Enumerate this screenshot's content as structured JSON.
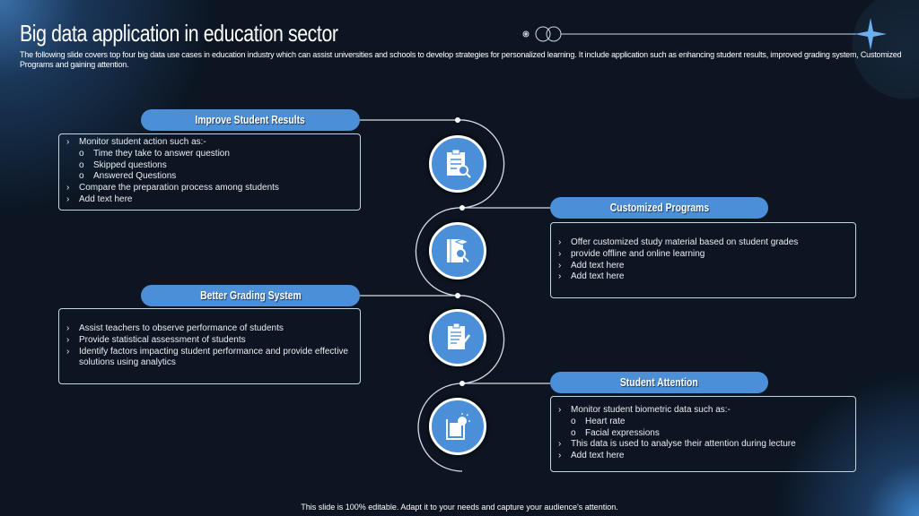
{
  "title": "Big data application in education sector",
  "subtitle": "The following slide covers top four big data use cases in education industry which can assist universities and schools to develop strategies for personalized learning. It include application such as enhancing student results, improved grading system, Customized Programs and gaining attention.",
  "sections": [
    {
      "label": "Improve Student Results",
      "items": [
        {
          "t": "b",
          "text": "Monitor student action such as:-"
        },
        {
          "t": "s",
          "text": "Time they take to answer question"
        },
        {
          "t": "s",
          "text": "Skipped questions"
        },
        {
          "t": "s",
          "text": "Answered Questions"
        },
        {
          "t": "b",
          "text": "Compare the preparation process among students"
        },
        {
          "t": "b",
          "text": "Add text here"
        }
      ],
      "icon": "clipboard-check-icon"
    },
    {
      "label": "Customized Programs",
      "items": [
        {
          "t": "b",
          "text": "Offer customized study material based on student grades"
        },
        {
          "t": "b",
          "text": "provide offline and online learning"
        },
        {
          "t": "b",
          "text": "Add text here"
        },
        {
          "t": "b",
          "text": "Add text here"
        }
      ],
      "icon": "book-search-icon"
    },
    {
      "label": "Better Grading System",
      "items": [
        {
          "t": "b",
          "text": "Assist teachers to observe performance of students"
        },
        {
          "t": "b",
          "text": "Provide statistical assessment of students"
        },
        {
          "t": "b",
          "text": "Identify factors impacting student performance and provide effective solutions using analytics"
        }
      ],
      "icon": "clipboard-pen-icon"
    },
    {
      "label": "Student Attention",
      "items": [
        {
          "t": "b",
          "text": "Monitor student biometric data such as:-"
        },
        {
          "t": "s",
          "text": "Heart rate"
        },
        {
          "t": "s",
          "text": "Facial expressions"
        },
        {
          "t": "b",
          "text": "This data is used to analyse their attention during lecture"
        },
        {
          "t": "b",
          "text": "Add text here"
        }
      ],
      "icon": "book-idea-icon"
    }
  ],
  "footer": "This slide is 100% editable. Adapt it to your needs and capture your audience's attention.",
  "colors": {
    "accent": "#4a8fd8",
    "background": "#0c1521"
  }
}
